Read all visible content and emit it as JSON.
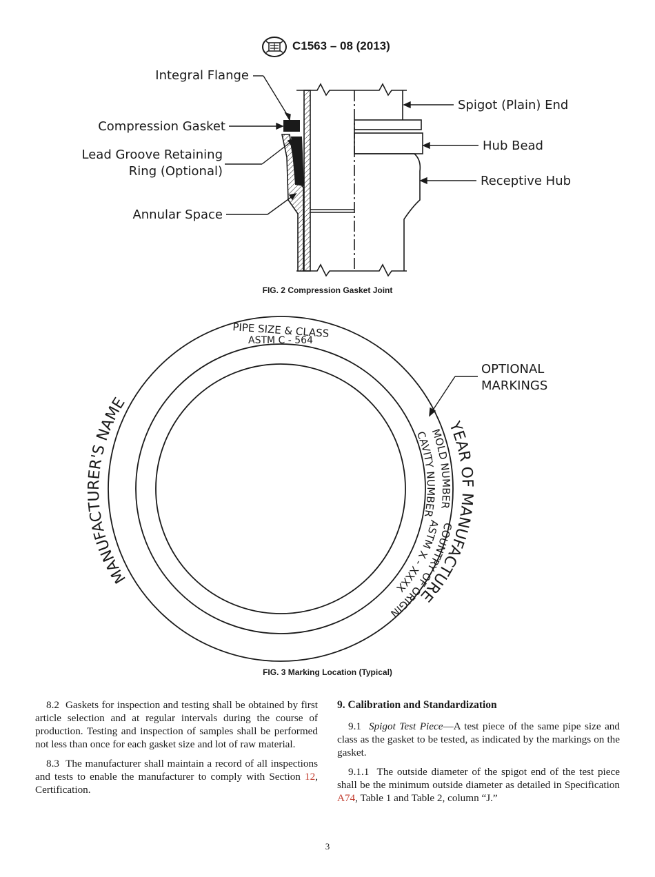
{
  "header": {
    "designation": "C1563 – 08 (2013)",
    "logo_icon": "astm-logo-icon"
  },
  "fig2": {
    "caption": "FIG. 2 Compression Gasket Joint",
    "labels": {
      "integral_flange": "Integral Flange",
      "compression_gasket": "Compression Gasket",
      "lead_groove_1": "Lead Groove Retaining",
      "lead_groove_2": "Ring (Optional)",
      "annular_space": "Annular Space",
      "spigot_end": "Spigot (Plain) End",
      "hub_bead": "Hub Bead",
      "receptive_hub": "Receptive Hub"
    }
  },
  "fig3": {
    "caption": "FIG. 3 Marking Location (Typical)",
    "optional_1": "OPTIONAL",
    "optional_2": "MARKINGS",
    "ring": {
      "pipe_size": "PIPE SIZE & CLASS",
      "astm_c564": "ASTM C - 564",
      "manufacturer": "MANUFACTURER'S NAME",
      "mold": "MOLD NUMBER",
      "cavity": "CAVITY NUMBER",
      "country": "COUNTRY OF ORIGIN",
      "astm_x": "ASTM X - XXXX",
      "year": "YEAR OF MANUFACTURE"
    }
  },
  "body": {
    "p82_num": "8.2",
    "p82": "Gaskets for inspection and testing shall be obtained by first article selection and at regular intervals during the course of production. Testing and inspection of samples shall be performed not less than once for each gasket size and lot of raw material.",
    "p83_num": "8.3",
    "p83_a": "The manufacturer shall maintain a record of all inspections and tests to enable the manufacturer to comply with Section",
    "p83_link": "12",
    "p83_b": ", Certification.",
    "sec9": "9. Calibration and Standardization",
    "p91_num": "9.1",
    "p91_term": "Spigot Test Piece",
    "p91": "—A test piece of the same pipe size and class as the gasket to be tested, as indicated by the markings on the gasket.",
    "p911_num": "9.1.1",
    "p911_a": "The outside diameter of the spigot end of the test piece shall be the minimum outside diameter as detailed in Specification",
    "p911_link": "A74",
    "p911_b": ", Table 1 and Table 2, column “J.”"
  },
  "page_number": "3"
}
